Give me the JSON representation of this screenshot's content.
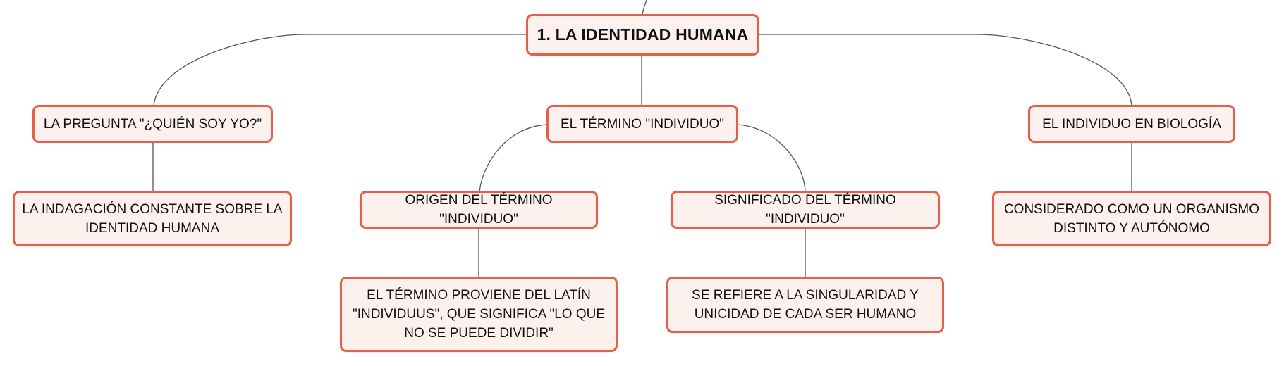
{
  "colors": {
    "node_border": "#e66049",
    "node_fill": "#fdf1ed",
    "link": "#555555",
    "text": "#111111"
  },
  "nodes": {
    "root": "1. LA IDENTIDAD HUMANA",
    "pregunta": "LA PREGUNTA \"¿QUIÉN SOY YO?\"",
    "termino": "EL TÉRMINO \"INDIVIDUO\"",
    "biologia": "EL INDIVIDUO EN BIOLOGÍA",
    "indagacion": "LA INDAGACIÓN CONSTANTE SOBRE LA IDENTIDAD HUMANA",
    "origen": "ORIGEN DEL TÉRMINO \"INDIVIDUO\"",
    "significado": "SIGNIFICADO DEL TÉRMINO \"INDIVIDUO\"",
    "organismo": "CONSIDERADO COMO UN ORGANISMO DISTINTO Y AUTÓNOMO",
    "proviene": "EL TÉRMINO PROVIENE DEL LATÍN \"INDIVIDUUS\", QUE SIGNIFICA \"LO QUE NO SE PUEDE DIVIDIR\"",
    "singularidad": "SE REFIERE A LA SINGULARIDAD Y UNICIDAD DE CADA SER HUMANO"
  }
}
